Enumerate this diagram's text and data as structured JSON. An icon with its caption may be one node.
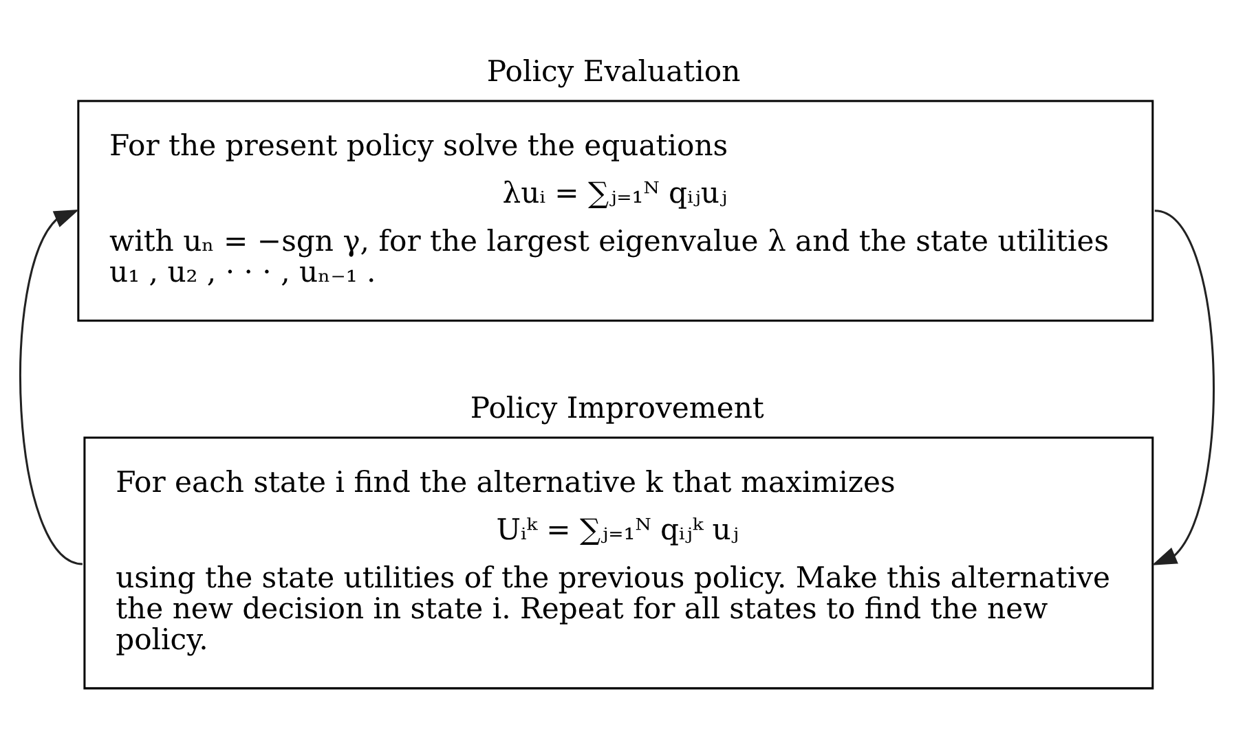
{
  "diagram": {
    "nodes": [
      {
        "text": [
          "Policy Evaluation",
          "For the present policy solve the equations",
          "λuᵢ = ∑ⱼ₌₁ᴺ qᵢⱼuⱼ",
          "with uₙ = −sgn γ, for the largest eigenvalue λ and the state utilities u₁ , u₂ , · · · , uₙ₋₁ ."
        ]
      },
      {
        "text": [
          "Policy Improvement",
          "For each state i find the alternative k that maximizes",
          "Uᵢᵏ = ∑ⱼ₌₁ᴺ qᵢⱼᵏ uⱼ",
          "using the state utilities of the previous policy. Make this alternative the new decision in state i. Repeat for all states to find the new policy."
        ]
      }
    ],
    "edges": [
      {
        "from": 0,
        "to": 1,
        "arrow": "to"
      },
      {
        "from": 1,
        "to": 0,
        "arrow": "to"
      }
    ]
  }
}
